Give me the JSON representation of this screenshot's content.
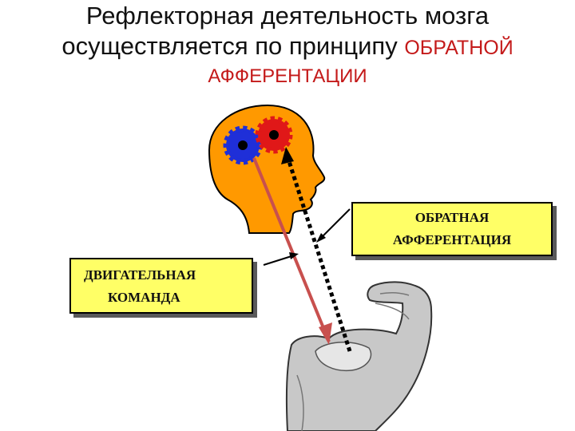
{
  "title": {
    "line1": "Рефлекторная деятельность мозга",
    "line2_normal": "осуществляется по принципу ",
    "line2_highlight": "ОБРАТНОЙ",
    "line3_highlight": "АФФЕРЕНТАЦИИ"
  },
  "labels": {
    "feedback_line1": "ОБРАТНАЯ",
    "feedback_line2": "АФФЕРЕНТАЦИЯ",
    "motor_line1": "ДВИГАТЕЛЬНАЯ",
    "motor_line2": "КОМАНДА"
  },
  "colors": {
    "head": "#ff9900",
    "gear_blue": "#1f2fd8",
    "gear_red": "#e01818",
    "motor_arrow": "#c8504e",
    "box_fill": "#ffff66",
    "highlight_text": "#c41a1a"
  }
}
